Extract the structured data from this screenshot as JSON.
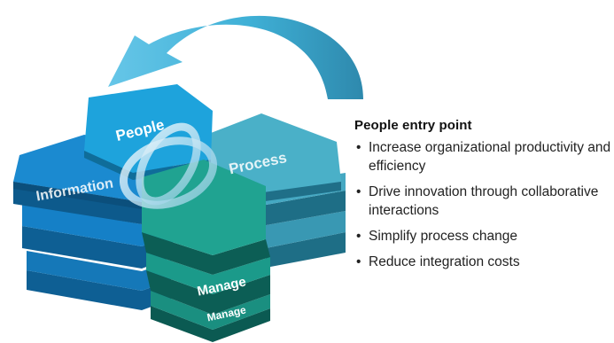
{
  "diagram": {
    "labels": {
      "people": "People",
      "process": "Process",
      "information": "Information",
      "manage": "Manage",
      "manage_lower": "Manage"
    },
    "colors": {
      "arrow": "#3fb0d6",
      "people": "#1a9fd8",
      "information": "#1580c7",
      "process": "#45a8c2",
      "manage": "#1b9a8a"
    }
  },
  "panel": {
    "title": "People entry point",
    "bullets": [
      "Increase organizational productivity and efficiency",
      "Drive innovation through collaborative interactions",
      "Simplify process change",
      "Reduce integration costs"
    ]
  }
}
